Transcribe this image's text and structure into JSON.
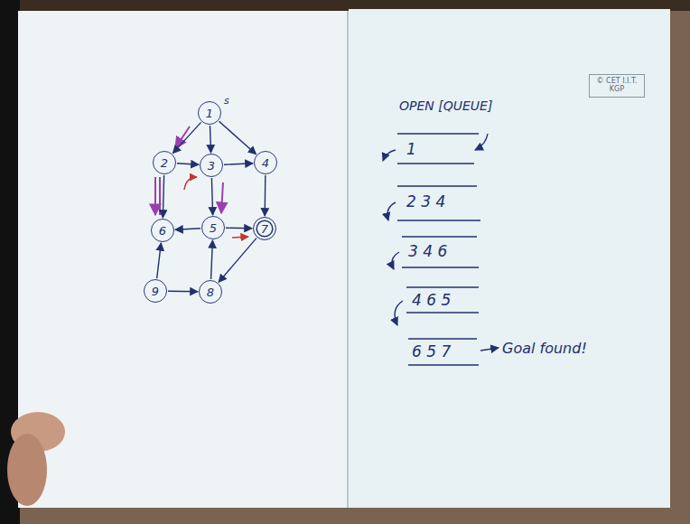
{
  "diagram": {
    "nodes": [
      {
        "text": [
          "1"
        ]
      },
      {
        "text": [
          "2"
        ]
      },
      {
        "text": [
          "3"
        ]
      },
      {
        "text": [
          "4"
        ]
      },
      {
        "text": [
          "6"
        ]
      },
      {
        "text": [
          "5"
        ]
      },
      {
        "text": [
          "7"
        ]
      },
      {
        "text": [
          "9"
        ]
      },
      {
        "text": [
          "8"
        ]
      }
    ],
    "edges": [
      {
        "from": 0,
        "to": 1,
        "arrow": "to"
      },
      {
        "from": 0,
        "to": 2,
        "arrow": "to"
      },
      {
        "from": 0,
        "to": 3,
        "arrow": "to"
      },
      {
        "from": 1,
        "to": 2,
        "arrow": "to"
      },
      {
        "from": 2,
        "to": 3,
        "arrow": "to"
      },
      {
        "from": 1,
        "to": 4,
        "arrow": "to"
      },
      {
        "from": 2,
        "to": 5,
        "arrow": "to"
      },
      {
        "from": 3,
        "to": 6,
        "arrow": "to"
      },
      {
        "from": 5,
        "to": 4,
        "arrow": "to"
      },
      {
        "from": 5,
        "to": 6,
        "arrow": "to"
      },
      {
        "from": 6,
        "to": 8,
        "arrow": "to"
      },
      {
        "from": 8,
        "to": 5,
        "arrow": "to"
      },
      {
        "from": 7,
        "to": 4,
        "arrow": "to"
      },
      {
        "from": 7,
        "to": 8,
        "arrow": "to"
      }
    ],
    "labels": [
      "s",
      "OPEN [QUEUE]",
      "© CET I.I.T. KGP",
      "1",
      "2 3 4",
      "3 4 6",
      "4 6 5",
      "6 5 7",
      "Goal found!"
    ]
  }
}
